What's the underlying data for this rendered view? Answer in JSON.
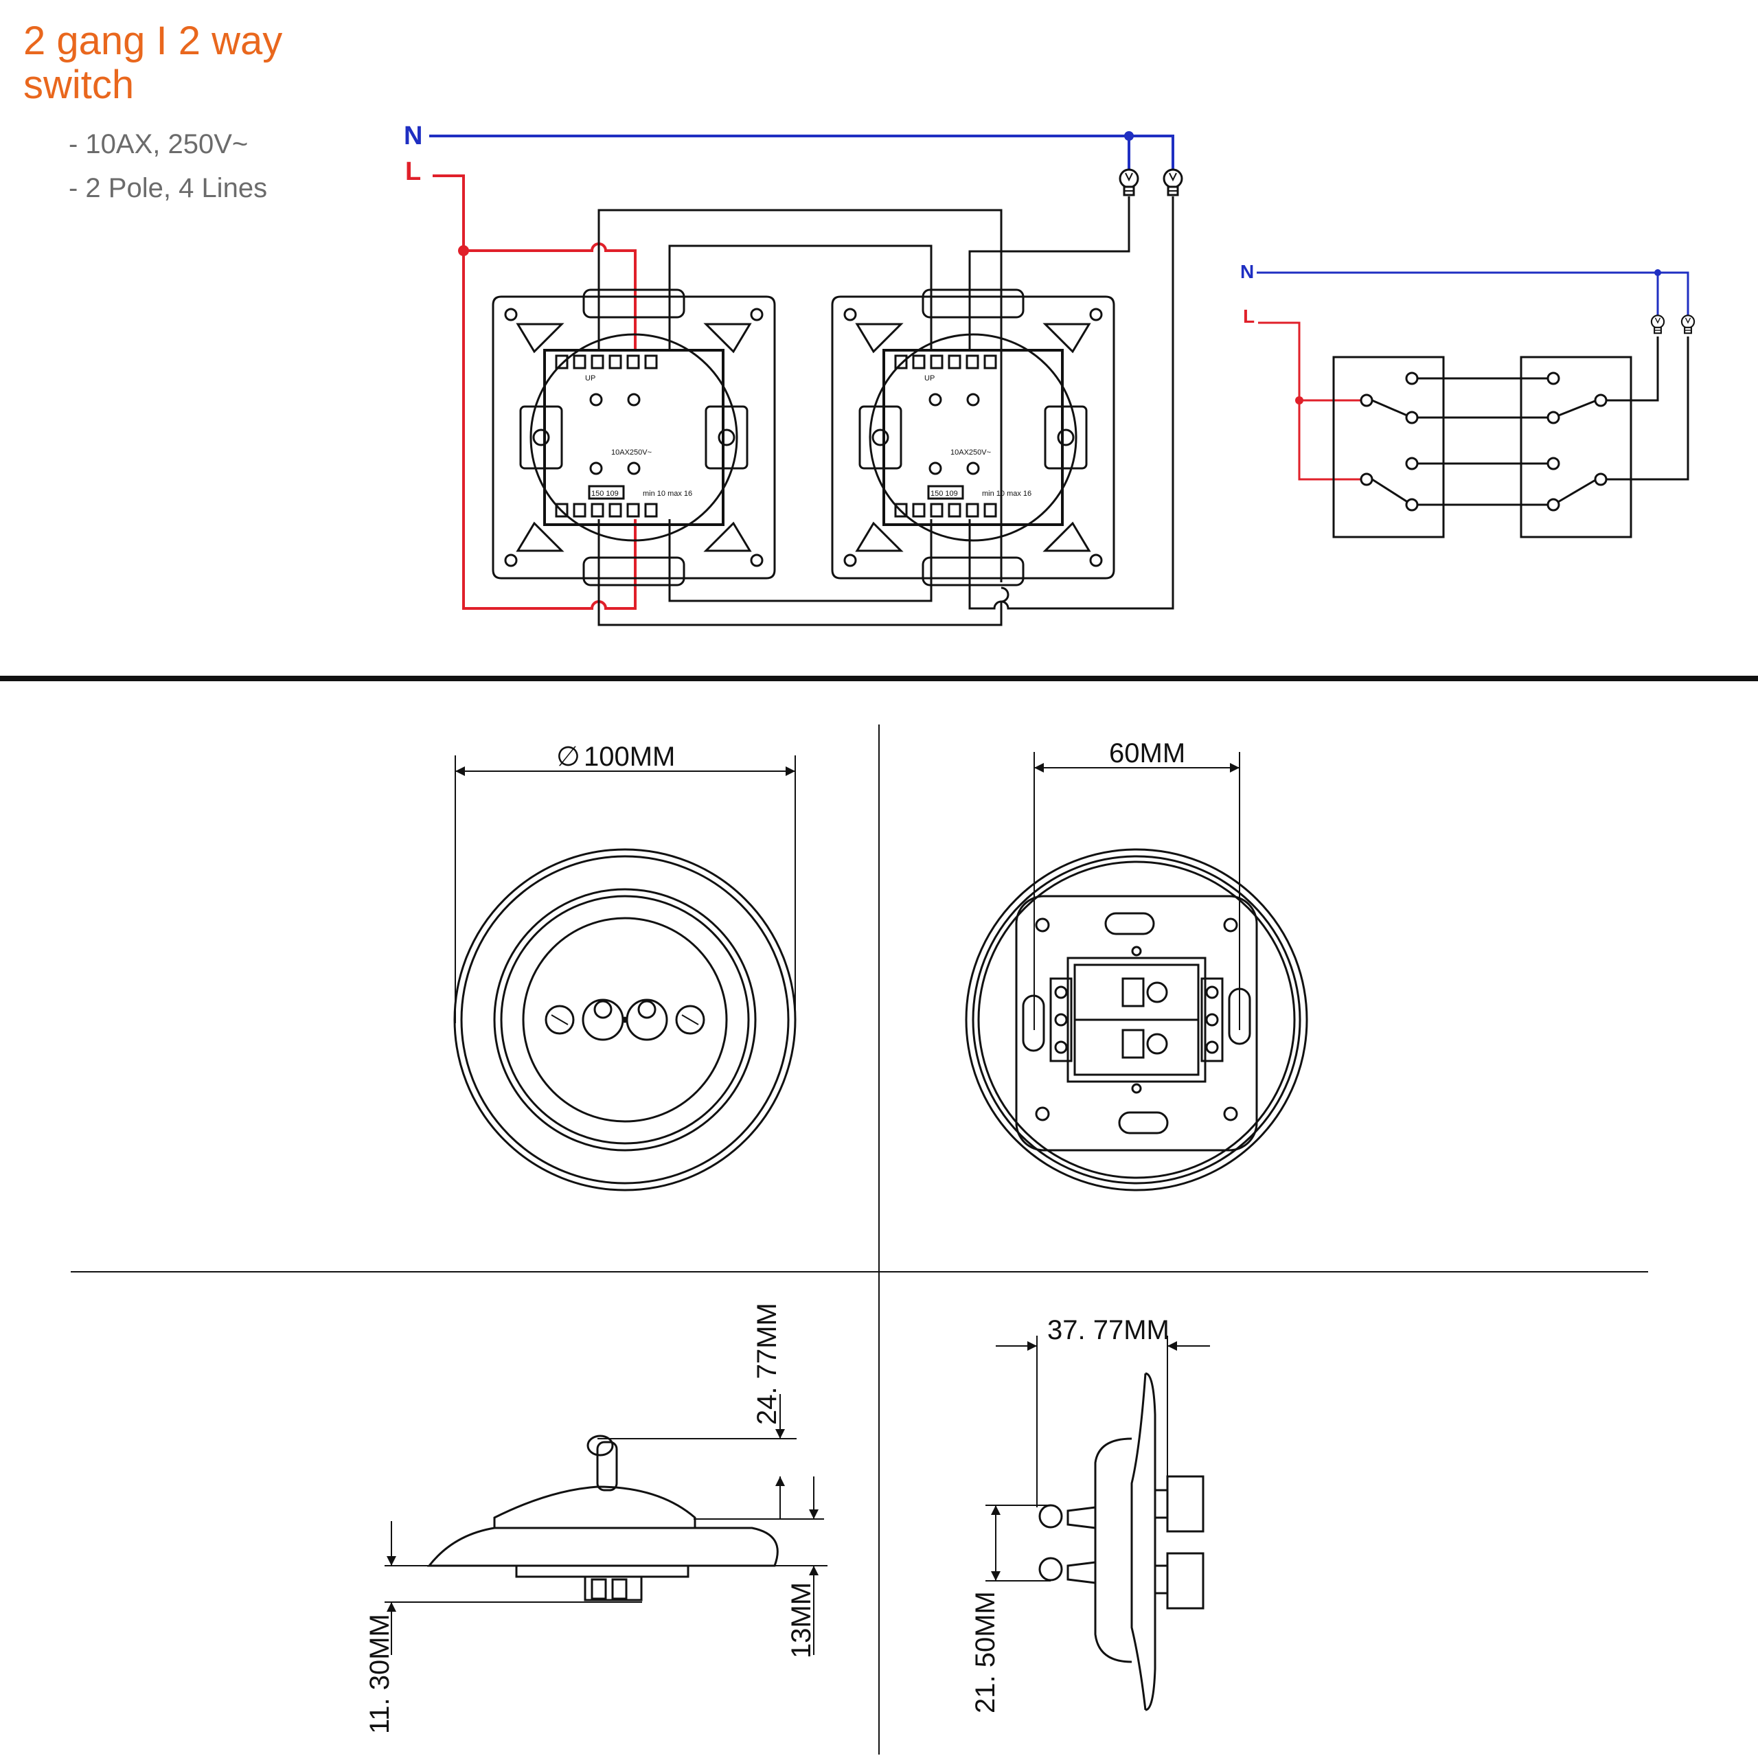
{
  "title_line1": "2 gang I 2 way",
  "title_line2": "switch",
  "specs": [
    "- 10AX, 250V~",
    "- 2 Pole, 4 Lines"
  ],
  "wiring": {
    "neutral_label": "N",
    "live_label": "L",
    "neutral_color": "#1F2FC2",
    "live_color": "#E0202A",
    "module_rating": "10AX250V~",
    "module_code": "150 109",
    "module_up": "UP",
    "module_mm": "min 10 max 16"
  },
  "dimensions": {
    "front_diameter": "100MM",
    "back_width": "60MM",
    "toggle_height": "24. 77MM",
    "base_depth": "11. 30MM",
    "plate_depth": "13MM",
    "side_depth": "37. 77MM",
    "toggle_spacing": "21. 50MM"
  },
  "colors": {
    "accent": "#E9671D",
    "spec_text": "#6b6b6b",
    "line": "#111111"
  }
}
